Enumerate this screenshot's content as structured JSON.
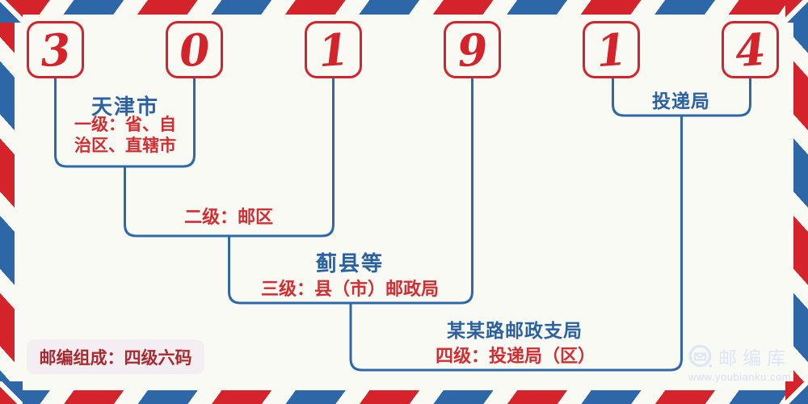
{
  "postal_code": {
    "digits": [
      "3",
      "0",
      "1",
      "9",
      "1",
      "4"
    ]
  },
  "levels": {
    "level1": {
      "place": "天津市",
      "desc_line1": "一级：省、自",
      "desc_line2": "治区、直辖市"
    },
    "level2": {
      "desc": "二级：邮区"
    },
    "level3": {
      "place": "蓟县等",
      "desc": "三级：县（市）邮政局"
    },
    "level4": {
      "place": "某某路邮政支局",
      "desc": "四级：投递局（区）"
    },
    "delivery": {
      "place": "投递局"
    }
  },
  "footer": {
    "composition_note": "邮编组成：四级六码"
  },
  "watermark": {
    "brand": "邮编库",
    "url": "www.youbianku.com",
    "icon": "envelope-in-circle-icon"
  },
  "colors": {
    "stripe_red": "#d5232b",
    "stripe_blue": "#2e67a8",
    "digit_red": "#d5232b",
    "connector_blue": "#2d68a8",
    "place_name_blue": "#2b61a1",
    "level_label_red": "#d32c31",
    "note_text_red": "#a8292f",
    "note_background": "#f4eef2",
    "watermark_blue": "#dce6f4",
    "background": "#fafaf5"
  }
}
